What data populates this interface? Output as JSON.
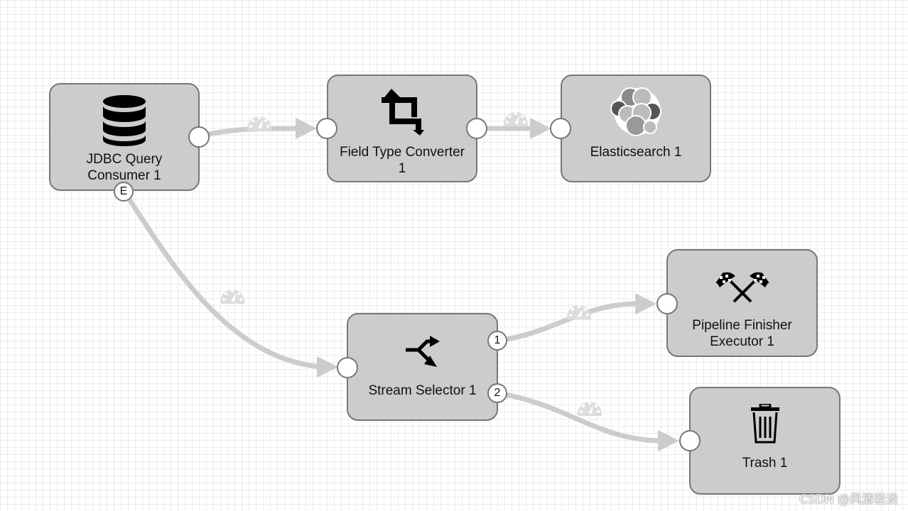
{
  "pipeline": {
    "stages": [
      {
        "id": "jdbc",
        "label_line1": "JDBC Query",
        "label_line2": "Consumer 1",
        "icon": "database-icon"
      },
      {
        "id": "converter",
        "label_line1": "Field Type Converter",
        "label_line2": "1",
        "icon": "crop-icon"
      },
      {
        "id": "elastic",
        "label_line1": "Elasticsearch 1",
        "icon": "elasticsearch-icon"
      },
      {
        "id": "selector",
        "label_line1": "Stream Selector 1",
        "icon": "shuffle-icon"
      },
      {
        "id": "finisher",
        "label_line1": "Pipeline Finisher",
        "label_line2": "Executor 1",
        "icon": "checkered-flags-icon"
      },
      {
        "id": "trash",
        "label_line1": "Trash 1",
        "icon": "trash-icon"
      }
    ],
    "ports": {
      "error_label": "E",
      "selector_output_1": "1",
      "selector_output_2": "2"
    },
    "edges": [
      {
        "from": "JDBC Query Consumer 1",
        "to": "Field Type Converter 1",
        "icon": "gauge-icon"
      },
      {
        "from": "Field Type Converter 1",
        "to": "Elasticsearch 1",
        "icon": "gauge-icon"
      },
      {
        "from": "JDBC Query Consumer 1 (E)",
        "to": "Stream Selector 1",
        "icon": "gauge-icon"
      },
      {
        "from": "Stream Selector 1 (1)",
        "to": "Pipeline Finisher Executor 1",
        "icon": "gauge-icon"
      },
      {
        "from": "Stream Selector 1 (2)",
        "to": "Trash 1",
        "icon": "gauge-icon"
      }
    ],
    "colors": {
      "node_fill": "#cccccc",
      "node_border": "#777777",
      "edge": "#cccccc"
    }
  },
  "watermark": "CSDN @风清若淡"
}
